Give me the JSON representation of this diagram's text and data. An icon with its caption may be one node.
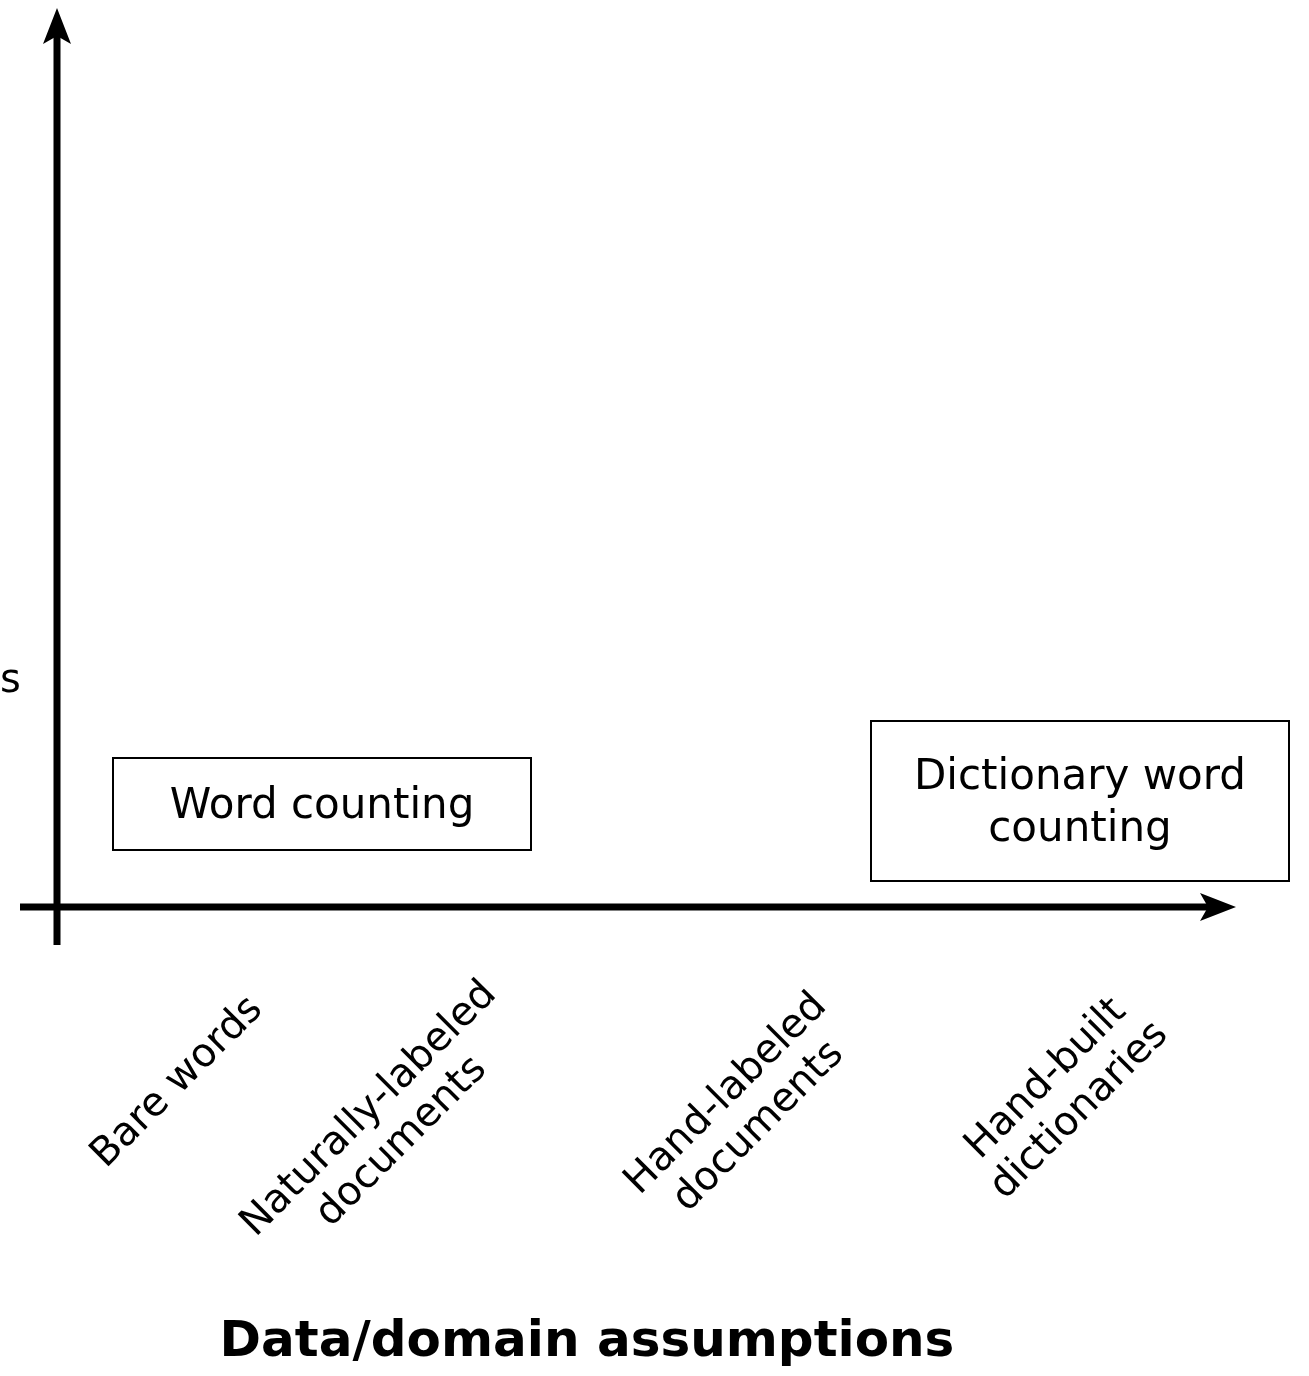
{
  "diagram": {
    "nodes": [
      {
        "text": [
          "Word counting"
        ]
      },
      {
        "text": [
          "Dictionary word counting"
        ]
      }
    ],
    "edges": [],
    "labels": [
      "s",
      "Bare words",
      "Naturally-labeled documents",
      "Hand-labeled documents",
      "Hand-built dictionaries",
      "Data/domain assumptions"
    ]
  }
}
